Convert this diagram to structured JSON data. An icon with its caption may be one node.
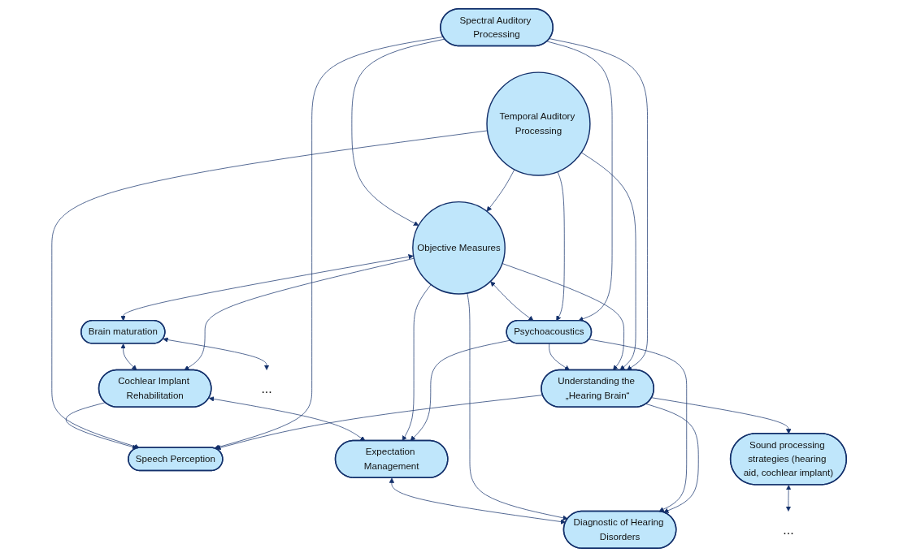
{
  "diagram": {
    "nodes": [
      {
        "text": [
          "Brain maturation"
        ]
      },
      {
        "text": [
          "Cochlear Implant Rehabilitation"
        ]
      },
      {
        "text": [
          "Speech Perception"
        ]
      },
      {
        "text": [
          "Expectation Management"
        ]
      },
      {
        "text": [
          "Spectral Auditory Processing"
        ]
      },
      {
        "text": [
          "Objective Measures"
        ]
      },
      {
        "text": [
          "Temporal Auditory Processing"
        ]
      },
      {
        "text": [
          "Diagnostic of Hearing Disorders"
        ]
      },
      {
        "text": [
          "Understanding the „Hearing Brain“"
        ]
      },
      {
        "text": [
          "Psychoacoustics"
        ]
      },
      {
        "text": [
          "Sound processing strategies (hearing aid, cochlear implant)"
        ]
      },
      {
        "text": [
          "..."
        ]
      },
      {
        "text": [
          "..."
        ]
      }
    ],
    "edges": [
      {
        "from": 0,
        "to": 1,
        "arrow": "both"
      },
      {
        "from": 0,
        "to": 11,
        "arrow": "both"
      },
      {
        "from": 1,
        "to": 2,
        "arrow": "to"
      },
      {
        "from": 5,
        "to": 0,
        "arrow": "both"
      },
      {
        "from": 1,
        "to": 3,
        "arrow": "both"
      },
      {
        "from": 5,
        "to": 1,
        "arrow": "to"
      },
      {
        "from": 6,
        "to": 2,
        "arrow": "to"
      },
      {
        "from": 4,
        "to": 2,
        "arrow": "to"
      },
      {
        "from": 4,
        "to": 5,
        "arrow": "to"
      },
      {
        "from": 6,
        "to": 5,
        "arrow": "to"
      },
      {
        "from": 5,
        "to": 3,
        "arrow": "to"
      },
      {
        "from": 3,
        "to": 7,
        "arrow": "both"
      },
      {
        "from": 5,
        "to": 7,
        "arrow": "to"
      },
      {
        "from": 9,
        "to": 3,
        "arrow": "to"
      },
      {
        "from": 5,
        "to": 9,
        "arrow": "both"
      },
      {
        "from": 6,
        "to": 9,
        "arrow": "to"
      },
      {
        "from": 4,
        "to": 9,
        "arrow": "to"
      },
      {
        "from": 9,
        "to": 7,
        "arrow": "to"
      },
      {
        "from": 9,
        "to": 8,
        "arrow": "to"
      },
      {
        "from": 5,
        "to": 8,
        "arrow": "to"
      },
      {
        "from": 6,
        "to": 8,
        "arrow": "to"
      },
      {
        "from": 4,
        "to": 8,
        "arrow": "to"
      },
      {
        "from": 8,
        "to": 10,
        "arrow": "to"
      },
      {
        "from": 8,
        "to": 7,
        "arrow": "to"
      },
      {
        "from": 8,
        "to": 2,
        "arrow": "to"
      },
      {
        "from": 10,
        "to": 12,
        "arrow": "both"
      }
    ]
  }
}
